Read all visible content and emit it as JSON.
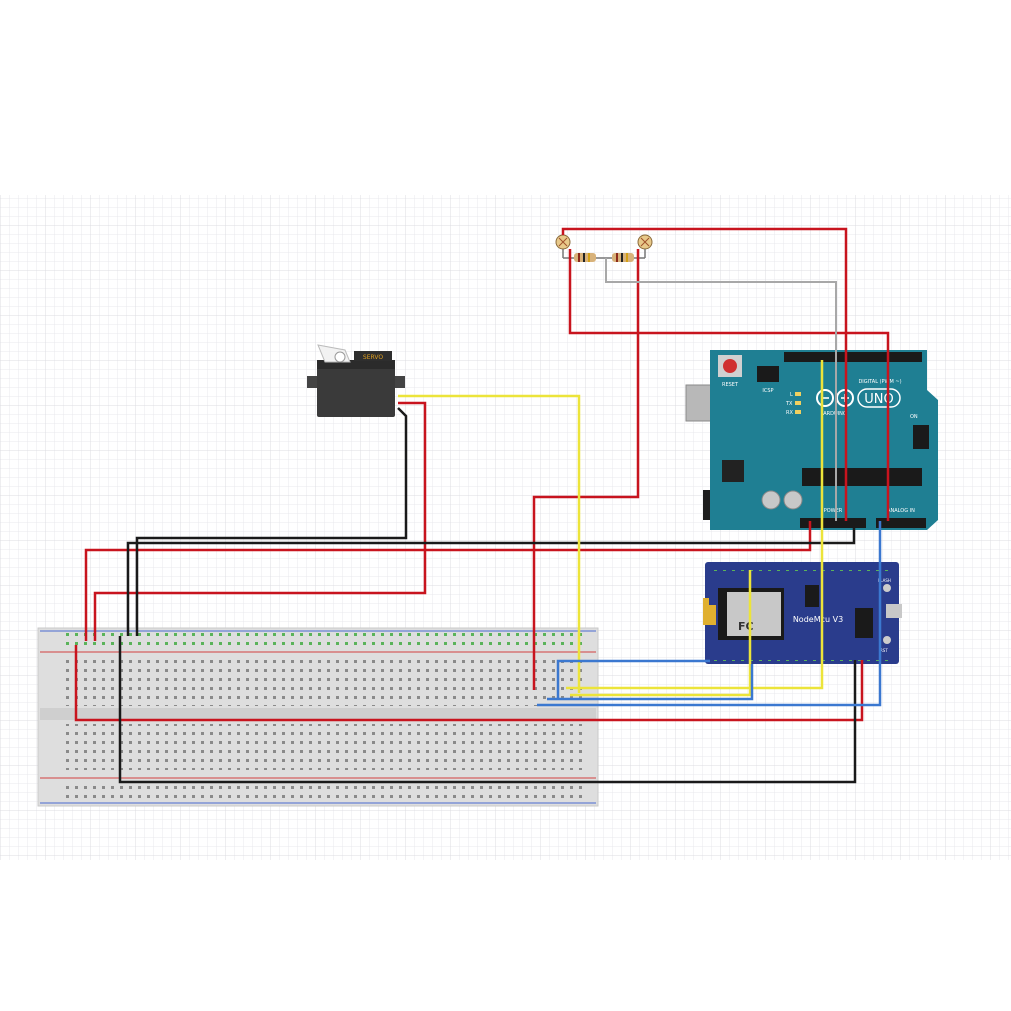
{
  "servo": {
    "label": "SERVO"
  },
  "arduino": {
    "brand": "ARDUINO",
    "model": "UNO",
    "reset_label": "RESET",
    "digital_label": "DIGITAL (PWM ~)",
    "power_label": "POWER",
    "analog_label": "ANALOG IN",
    "icsp_label": "ICSP",
    "tx_label": "TX",
    "rx_label": "RX",
    "l_label": "L",
    "on_label": "ON"
  },
  "nodemcu": {
    "label": "NodeMcu V3",
    "fcc_label": "FC",
    "flash_label": "FLASH",
    "rst_label": "RST"
  },
  "colors": {
    "wire_red": "#c8141e",
    "wire_black": "#1a1a1a",
    "wire_yellow": "#ece43a",
    "wire_blue": "#3b78d0",
    "wire_gray": "#a8a8a8",
    "arduino_blue": "#1f7f93",
    "nodemcu_blue": "#2a3c8c"
  }
}
